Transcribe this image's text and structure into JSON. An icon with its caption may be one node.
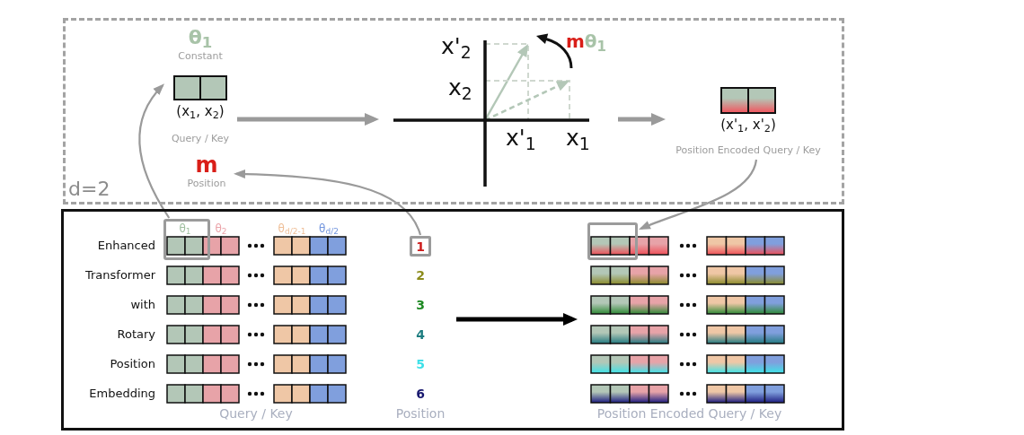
{
  "diagram": {
    "nodes": [
      {
        "text": [
          "d=2"
        ]
      },
      {
        "text": [
          "θ$_{1}$",
          "Constant"
        ],
        "in": 0
      },
      {
        "text": [],
        "shape": "box",
        "beside": [
          "(x$_{1}$, x$_{2}$)",
          "Query / Key"
        ],
        "in": 0
      },
      {
        "text": [
          "m",
          "Position"
        ],
        "in": 0
      },
      {
        "text": [],
        "shape": "picture",
        "in": 0
      },
      {
        "text": [],
        "shape": "box",
        "beside": [
          "(x'$_{1}$, x'$_{2}$)",
          "Position Encoded Query / Key"
        ],
        "in": 0
      },
      {
        "text": [],
        "shape": "box"
      },
      {
        "text": [
          "Query / Key"
        ],
        "in": 6
      },
      {
        "text": [],
        "shape": "box",
        "in": 6
      },
      {
        "text": [
          "Position"
        ],
        "in": 6
      },
      {
        "text": [
          "1"
        ],
        "in": 9
      },
      {
        "text": [
          "Position Encoded Query / Key"
        ],
        "in": 6
      },
      {
        "text": [],
        "shape": "box",
        "in": 6
      }
    ],
    "edges": [
      {
        "from": 8,
        "to": 2,
        "arrow": "to"
      },
      {
        "from": 10,
        "to": 3,
        "arrow": "to"
      },
      {
        "from": 2,
        "to": 4,
        "arrow": "to",
        "style": "thick"
      },
      {
        "from": 4,
        "to": 5,
        "arrow": "to",
        "style": "thick"
      },
      {
        "from": 5,
        "to": 12,
        "arrow": "to"
      },
      {
        "from": 9,
        "to": 11,
        "arrow": "to",
        "style": "thick",
        "color": "#000000"
      }
    ],
    "labels": [
      "x'$_{2}$",
      "mθ$_{1}$",
      "x$_{2}$",
      "x'$_{1}$",
      "x$_{1}$",
      "θ$_{1}$",
      "θ$_{2}$",
      "θ$_{d/2-1}$",
      "θ$_{d/2}$",
      "Enhanced",
      "Transformer",
      "2",
      "with",
      "3",
      "Rotary",
      "4",
      "Position",
      "5",
      "Embedding",
      "6"
    ]
  }
}
